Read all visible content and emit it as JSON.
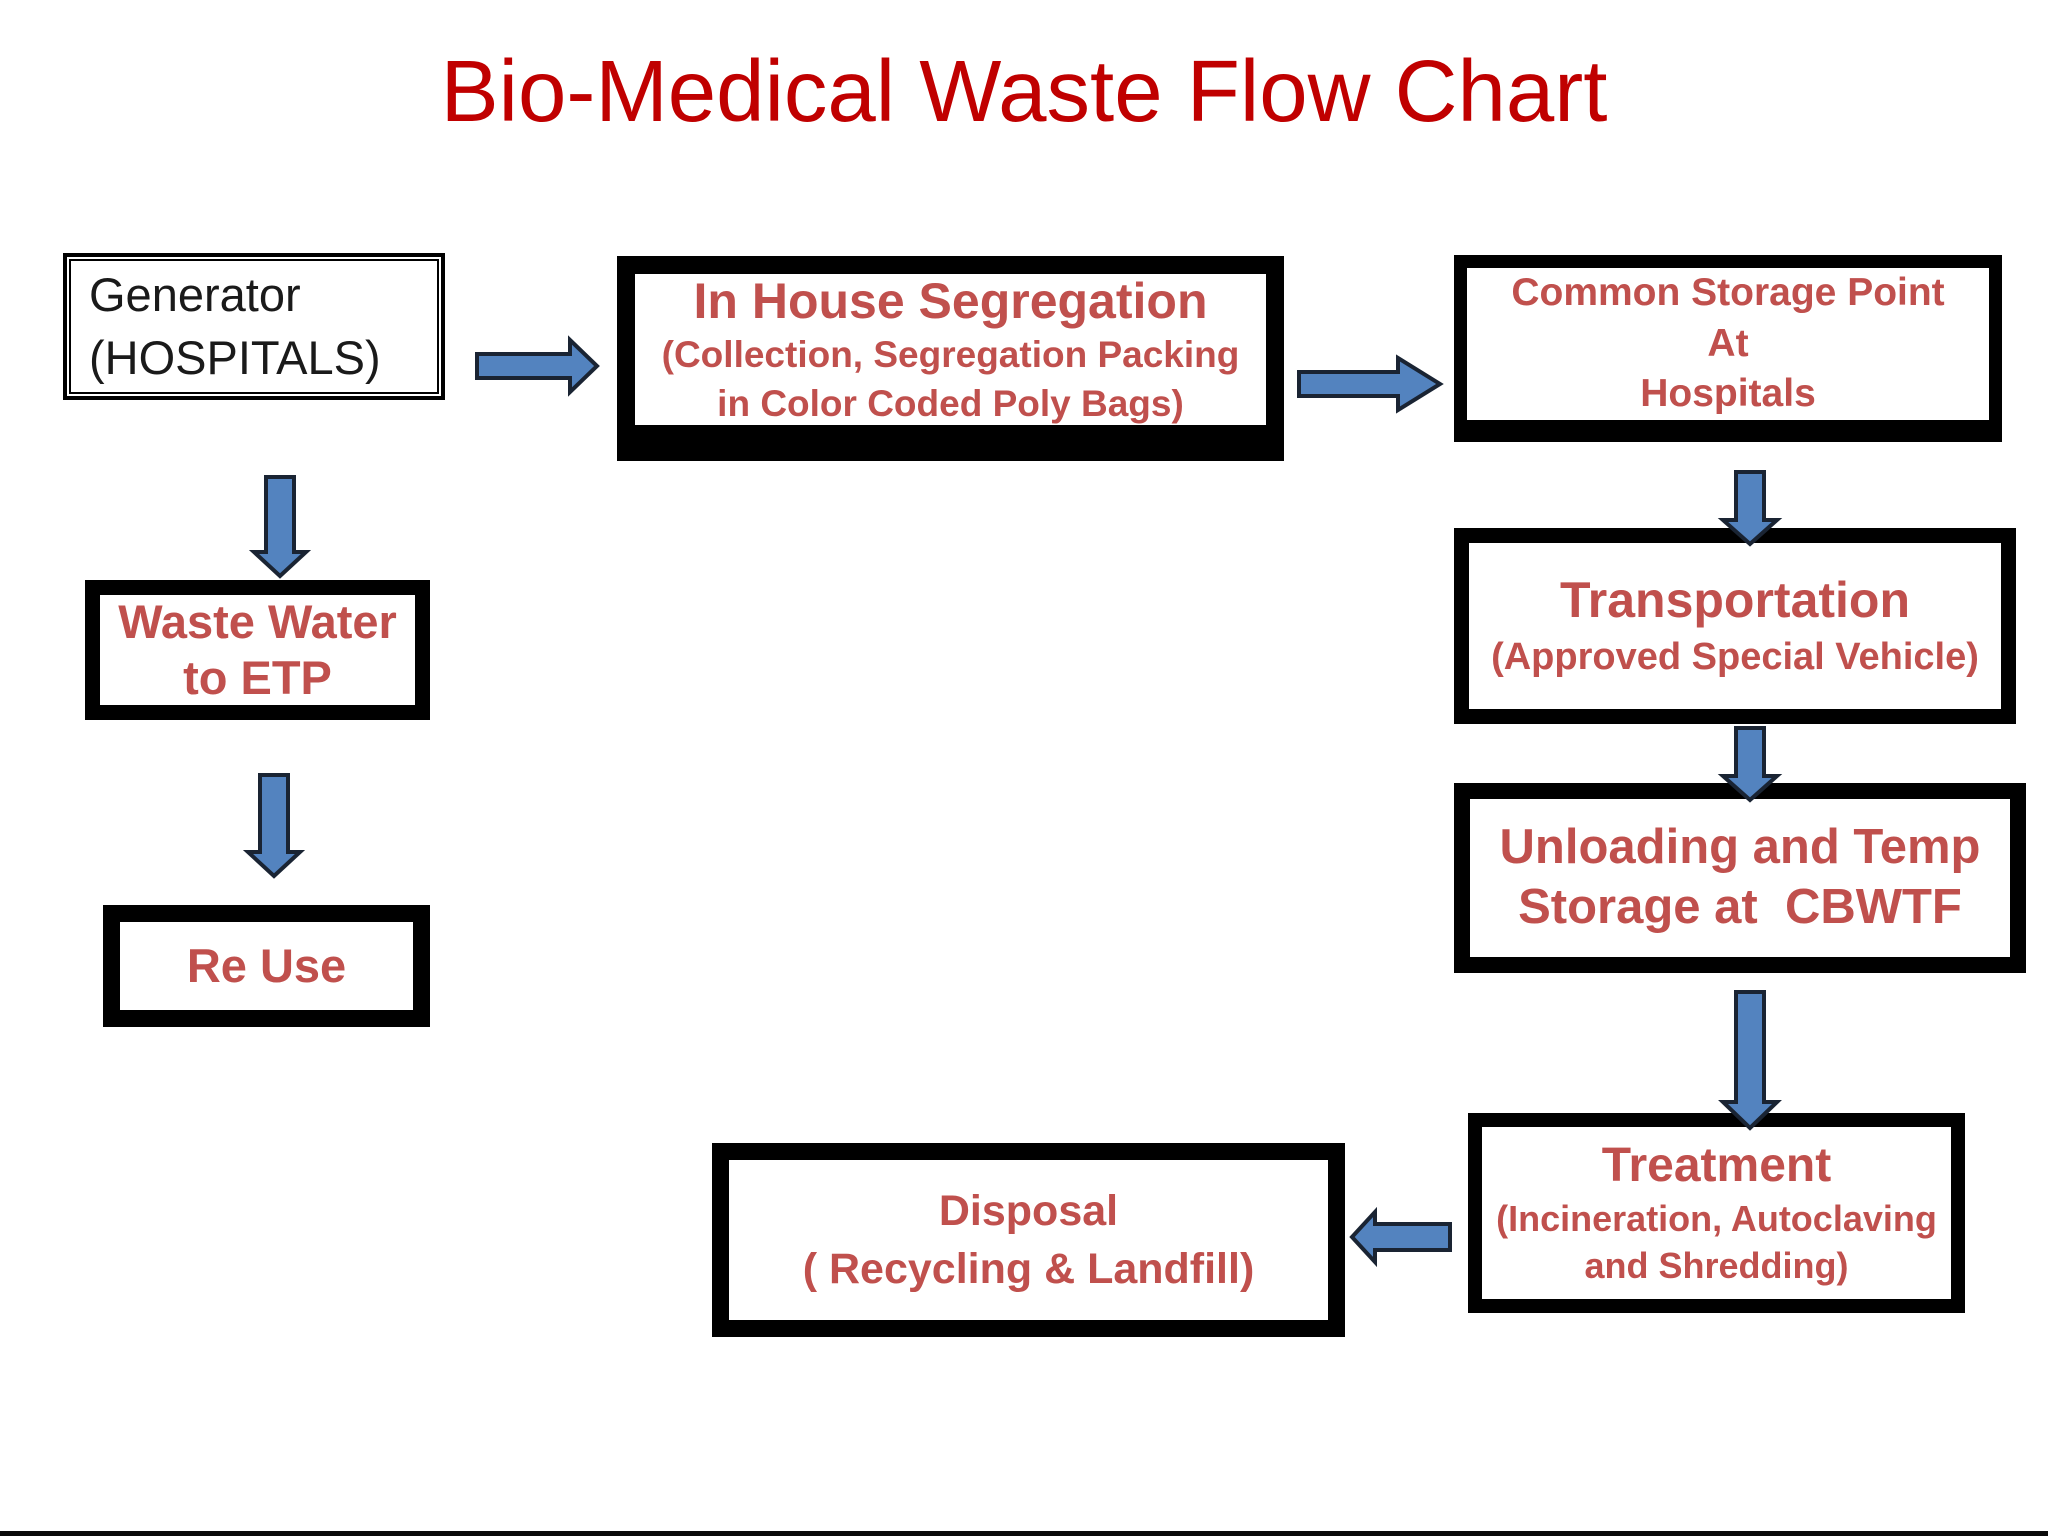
{
  "title": "Bio-Medical Waste Flow Chart",
  "colors": {
    "title_red": "#C00000",
    "node_red": "#C0504D",
    "arrow_fill": "#5383BF",
    "arrow_stroke": "#1A2433",
    "border_black": "#000000"
  },
  "nodes": {
    "generator": {
      "lines": [
        "Generator",
        "(HOSPITALS)"
      ]
    },
    "inhouse": {
      "lines": [
        "In House Segregation",
        "(Collection, Segregation Packing",
        "in Color Coded Poly Bags)"
      ]
    },
    "common": {
      "lines": [
        "Common Storage Point",
        "At",
        "Hospitals"
      ]
    },
    "transportation": {
      "lines": [
        "Transportation",
        "(Approved Special Vehicle)"
      ]
    },
    "unloading": {
      "lines": [
        "Unloading and Temp",
        "Storage at  CBWTF"
      ]
    },
    "treatment": {
      "lines": [
        "Treatment",
        "(Incineration, Autoclaving",
        "and Shredding)"
      ]
    },
    "disposal": {
      "lines": [
        "Disposal",
        "( Recycling & Landfill)"
      ]
    },
    "wastewater": {
      "lines": [
        "Waste Water",
        "to ETP"
      ]
    },
    "reuse": {
      "lines": [
        "Re Use"
      ]
    }
  },
  "edges": [
    {
      "from": "Generator (HOSPITALS)",
      "to": "In House Segregation",
      "direction": "right"
    },
    {
      "from": "In House Segregation",
      "to": "Common Storage Point At Hospitals",
      "direction": "right"
    },
    {
      "from": "Common Storage Point At Hospitals",
      "to": "Transportation",
      "direction": "down"
    },
    {
      "from": "Transportation",
      "to": "Unloading and Temp Storage at CBWTF",
      "direction": "down"
    },
    {
      "from": "Unloading and Temp Storage at CBWTF",
      "to": "Treatment",
      "direction": "down"
    },
    {
      "from": "Treatment",
      "to": "Disposal ( Recycling & Landfill)",
      "direction": "left"
    },
    {
      "from": "Generator (HOSPITALS)",
      "to": "Waste Water to ETP",
      "direction": "down"
    },
    {
      "from": "Waste Water to ETP",
      "to": "Re Use",
      "direction": "down"
    }
  ]
}
